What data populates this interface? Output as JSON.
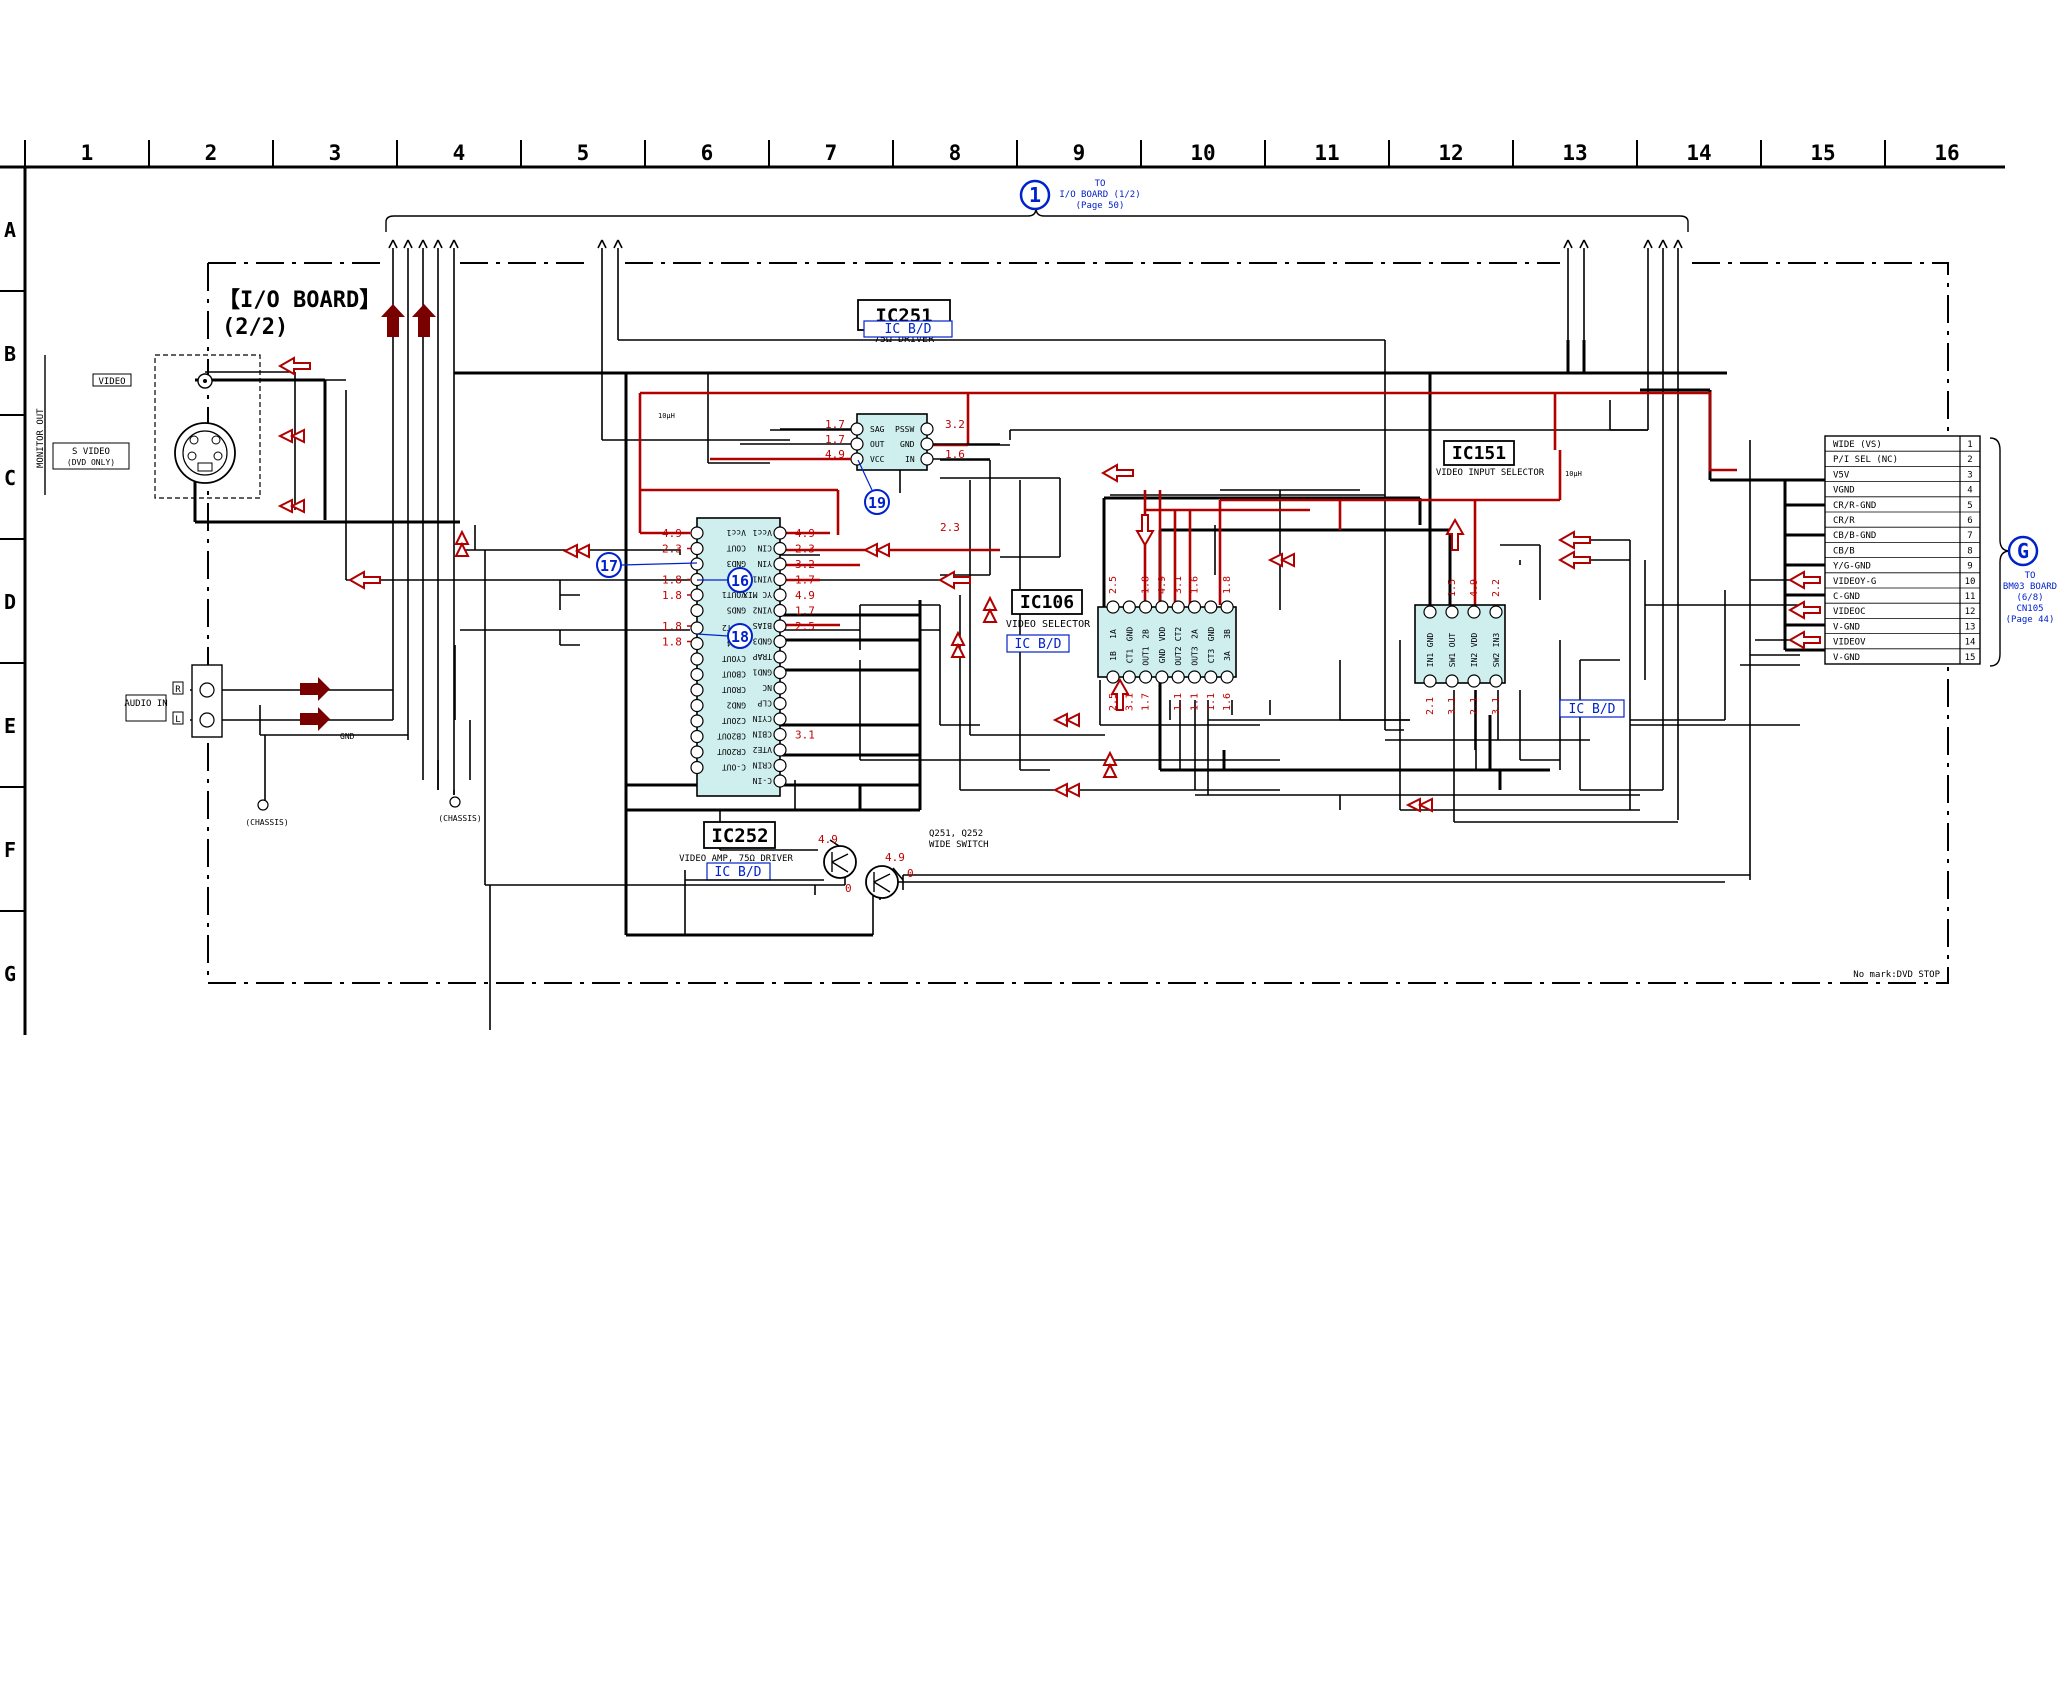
{
  "grid": {
    "columns": [
      "1",
      "2",
      "3",
      "4",
      "5",
      "6",
      "7",
      "8",
      "9",
      "10",
      "11",
      "12",
      "13",
      "14",
      "15",
      "16"
    ],
    "rows": [
      "A",
      "B",
      "C",
      "D",
      "E",
      "F",
      "G"
    ]
  },
  "board": {
    "title": "【I/O BOARD】",
    "subtitle": "(2/2)"
  },
  "connectors": {
    "io_ref_num": "1",
    "io_ref_text": [
      "TO",
      "I/O BOARD (1/2)",
      "(Page 50)"
    ],
    "g_ref_letter": "G",
    "g_ref_text": [
      "TO",
      "BM03 BOARD",
      "(6/8)",
      "CN105",
      "(Page 44)"
    ]
  },
  "ics": {
    "ic251": {
      "name": "IC251",
      "desc": "75Ω DRIVER",
      "badge": "IC B/D",
      "pins_left": [
        "SAG",
        "OUT",
        "VCC"
      ],
      "pins_right": [
        "PSSW",
        "GND",
        "IN"
      ],
      "volt_left": [
        "1.7",
        "1.7",
        "4.9"
      ],
      "volt_right": [
        "3.2",
        "",
        "1.6"
      ]
    },
    "ic252": {
      "name": "IC252",
      "desc": "VIDEO AMP, 75Ω DRIVER",
      "badge": "IC B/D",
      "pins_left": [
        "Vcc1",
        "COUT",
        "GND3",
        "YOUT",
        "VOUT1",
        "GND5",
        "VOUT2",
        "GND4",
        "CYOUT",
        "CBOUT",
        "CROUT",
        "GND2",
        "C2OUT",
        "CB2OUT",
        "CR2OUT",
        "C-OUT"
      ],
      "pins_right": [
        "Vcc1",
        "CIN",
        "YIN",
        "VIN1",
        "YC MIX",
        "VIN2",
        "BIAS",
        "GND3",
        "TRAP",
        "GND1",
        "NC",
        "CLP",
        "CYIN",
        "CBIN",
        "VTE2",
        "CRIN",
        "C-IN"
      ],
      "volt_left": [
        "4.9",
        "2.3",
        "",
        "1.8",
        "1.8",
        "",
        "1.8",
        "1.8"
      ],
      "volt_right": [
        "4.9",
        "2.3",
        "3.2",
        "1.7",
        "4.9",
        "1.7",
        "2.5",
        "",
        "",
        "",
        "",
        "",
        "",
        "3.1"
      ]
    },
    "ic106": {
      "name": "IC106",
      "desc": "VIDEO SELECTOR",
      "badge": "IC B/D",
      "pins_top": [
        "1A",
        "GND",
        "2B",
        "VDD",
        "CT2",
        "2A",
        "GND",
        "3B"
      ],
      "pins_bottom": [
        "1B",
        "CT1",
        "OUT1",
        "GND",
        "OUT2",
        "OUT3",
        "CT3",
        "3A"
      ],
      "volt_top": [
        "2.5",
        "",
        "1.8",
        "4.9",
        "3.1",
        "1.6",
        "",
        "1.8"
      ],
      "volt_bottom": [
        "2.5",
        "3.1",
        "1.7",
        "",
        "1.1",
        "1.1",
        "1.1",
        "1.6"
      ]
    },
    "ic151": {
      "name": "IC151",
      "desc": "VIDEO INPUT SELECTOR",
      "badge": "IC B/D",
      "pins_top": [
        "GND",
        "OUT",
        "VDD",
        "IN3"
      ],
      "pins_bottom": [
        "IN1",
        "SW1",
        "IN2",
        "SW2"
      ],
      "volt_top": [
        "",
        "1.5",
        "4.9",
        "2.2"
      ],
      "volt_bottom": [
        "2.1",
        "3.1",
        "2.1",
        "3.1"
      ]
    }
  },
  "transistors": {
    "label1": "Q251, Q252",
    "label2": "WIDE SWITCH",
    "v1": "4.9",
    "v2": "4.9",
    "v3": "0",
    "v4": "0"
  },
  "callouts": [
    "17",
    "16",
    "18",
    "19"
  ],
  "io_labels": {
    "monitor_out": "MONITOR OUT",
    "video": "VIDEO",
    "s_video": "S VIDEO",
    "s_video_sub": "(DVD ONLY)",
    "audio_in": "AUDIO IN",
    "r": "R",
    "l": "L",
    "gnd": "GND",
    "chassis": "(CHASSIS)",
    "inductor1": "10μH",
    "inductor2": "10μH",
    "v23": "2.3"
  },
  "cn105": {
    "rows": [
      {
        "name": "WIDE (VS)",
        "pin": "1"
      },
      {
        "name": "P/I SEL (NC)",
        "pin": "2"
      },
      {
        "name": "V5V",
        "pin": "3"
      },
      {
        "name": "VGND",
        "pin": "4"
      },
      {
        "name": "CR/R-GND",
        "pin": "5"
      },
      {
        "name": "CR/R",
        "pin": "6"
      },
      {
        "name": "CB/B-GND",
        "pin": "7"
      },
      {
        "name": "CB/B",
        "pin": "8"
      },
      {
        "name": "Y/G-GND",
        "pin": "9"
      },
      {
        "name": "VIDEOY-G",
        "pin": "10"
      },
      {
        "name": "C-GND",
        "pin": "11"
      },
      {
        "name": "VIDEOC",
        "pin": "12"
      },
      {
        "name": "V-GND",
        "pin": "13"
      },
      {
        "name": "VIDEOV",
        "pin": "14"
      },
      {
        "name": "V-GND",
        "pin": "15"
      }
    ]
  },
  "footer_note": "No mark:DVD STOP",
  "colors": {
    "accent_red": "#b00000",
    "ic_fill": "#cfeeee",
    "callout_blue": "#0022cc"
  }
}
